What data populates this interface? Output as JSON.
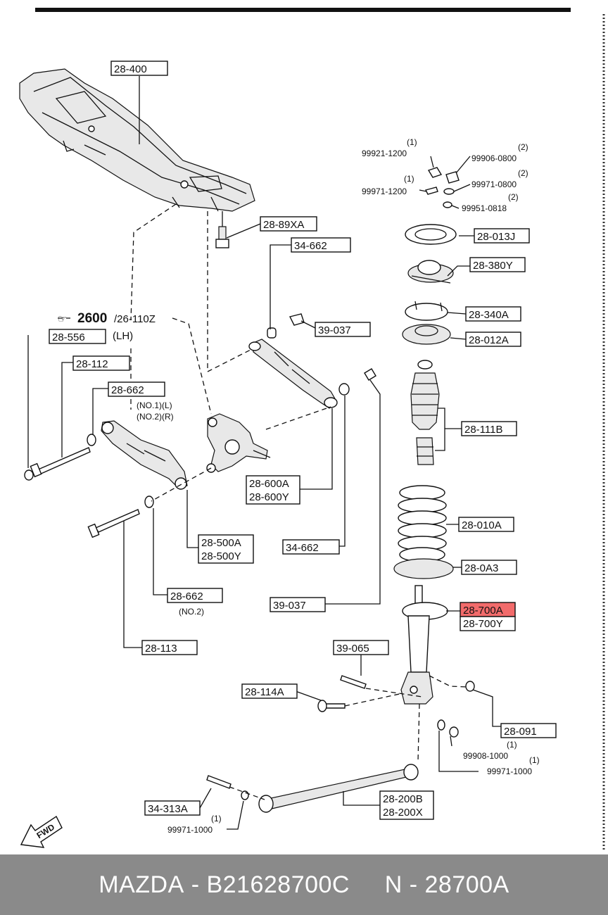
{
  "footer": {
    "brand": "MAZDA",
    "oem_part": "B21628700C",
    "catalog_part": "N - 28700A"
  },
  "highlight_color": "#f26b6b",
  "labels": {
    "l_28400": "28-400",
    "l_2889xa": "28-89XA",
    "l_34662a": "34-662",
    "l_39037a": "39-037",
    "l_2600": "2600",
    "l_2600ref": "/26-110Z",
    "l_28556": "28-556",
    "l_lh": "(LH)",
    "l_28112": "28-112",
    "l_28662a": "28-662",
    "l_no1": "(NO.1)(L)",
    "l_no2r": "(NO.2)(R)",
    "l_28600a": "28-600A",
    "l_28600y": "28-600Y",
    "l_28500a": "28-500A",
    "l_28500y": "28-500Y",
    "l_34662b": "34-662",
    "l_28662b": "28-662",
    "l_no2": "(NO.2)",
    "l_39037b": "39-037",
    "l_28113": "28-113",
    "l_99921": "99921-1200",
    "l_99921q": "(1)",
    "l_99906": "99906-0800",
    "l_99906q": "(2)",
    "l_99971a": "99971-1200",
    "l_99971aq": "(1)",
    "l_99971b": "99971-0800",
    "l_99971bq": "(2)",
    "l_99951": "99951-0818",
    "l_99951q": "(2)",
    "l_28013j": "28-013J",
    "l_28380y": "28-380Y",
    "l_28340a": "28-340A",
    "l_28012a": "28-012A",
    "l_28111b": "28-111B",
    "l_28010a": "28-010A",
    "l_280a3": "28-0A3",
    "l_28700a": "28-700A",
    "l_28700y": "28-700Y",
    "l_39065": "39-065",
    "l_28114a": "28-114A",
    "l_28091": "28-091",
    "l_28091q": "(1)",
    "l_99908": "99908-1000",
    "l_99971c": "99971-1000",
    "l_99971cq": "(1)",
    "l_34313a": "34-313A",
    "l_99971d": "99971-1000",
    "l_99971dq": "(1)",
    "l_28200b": "28-200B",
    "l_28200x": "28-200X",
    "l_fwd": "FWD"
  }
}
